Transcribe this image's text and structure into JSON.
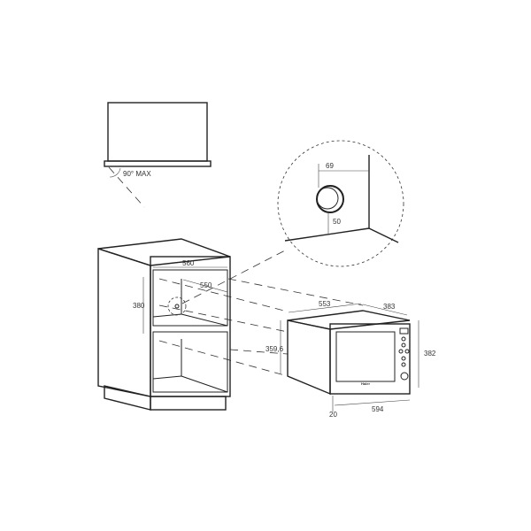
{
  "labels": {
    "door_angle": "90° MAX",
    "knob_offset_x": "69",
    "knob_offset_y": "50",
    "niche_width": "560",
    "niche_depth": "550",
    "niche_height": "380",
    "appliance_depth": "553",
    "appliance_side_depth": "383",
    "appliance_body_height": "359,6",
    "appliance_height": "382",
    "frame_offset": "20",
    "appliance_width": "594"
  },
  "logo": "Haier",
  "colors": {
    "line": "#222222",
    "background": "#ffffff"
  }
}
